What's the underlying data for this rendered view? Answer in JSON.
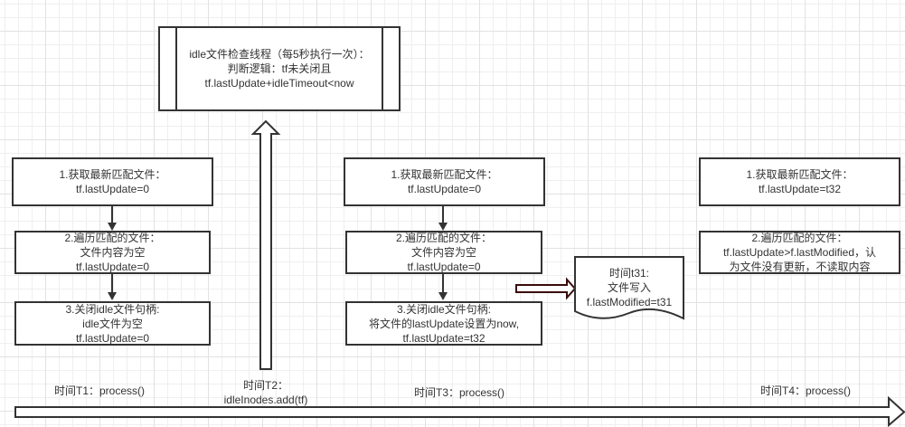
{
  "thread_box": {
    "lines": [
      "idle文件检查线程（每5秒执行一次）：",
      "判断逻辑：tf未关闭且",
      "tf.lastUpdate+idleTimeout<now"
    ]
  },
  "columns": [
    {
      "id": "t1",
      "steps": [
        {
          "lines": [
            "1.获取最新匹配文件：",
            "tf.lastUpdate=0"
          ]
        },
        {
          "lines": [
            "2.遍历匹配的文件：",
            "文件内容为空",
            "tf.lastUpdate=0"
          ]
        },
        {
          "lines": [
            "3.关闭idle文件句柄:",
            "idle文件为空",
            "tf.lastUpdate=0"
          ]
        }
      ],
      "time_label": [
        "时间T1：process()"
      ]
    },
    {
      "id": "t3",
      "steps": [
        {
          "lines": [
            "1.获取最新匹配文件：",
            "tf.lastUpdate=0"
          ]
        },
        {
          "lines": [
            "2.遍历匹配的文件：",
            "文件内容为空",
            "tf.lastUpdate=0"
          ]
        },
        {
          "lines": [
            "3.关闭idle文件句柄:",
            "将文件的lastUpdate设置为now,",
            "tf.lastUpdate=t32"
          ]
        }
      ],
      "time_label": [
        "时间T3：process()"
      ]
    },
    {
      "id": "t4",
      "steps": [
        {
          "lines": [
            "1.获取最新匹配文件：",
            "tf.lastUpdate=t32"
          ]
        },
        {
          "lines": [
            "2.遍历匹配的文件：",
            "tf.lastUpdate>f.lastModified，认",
            "为文件没有更新，不读取内容"
          ]
        }
      ],
      "time_label": [
        "时间T4：process()"
      ]
    }
  ],
  "t2_label": [
    "时间T2：",
    "idleInodes.add(tf)"
  ],
  "write_event": {
    "lines": [
      "时间t31:",
      "文件写入",
      "f.lastModified=t31"
    ]
  },
  "colors": {
    "stroke": "#333333",
    "event_arrow": "#3a0a0a",
    "grid_major": "#e2e2e2",
    "grid_minor": "#efefef"
  }
}
